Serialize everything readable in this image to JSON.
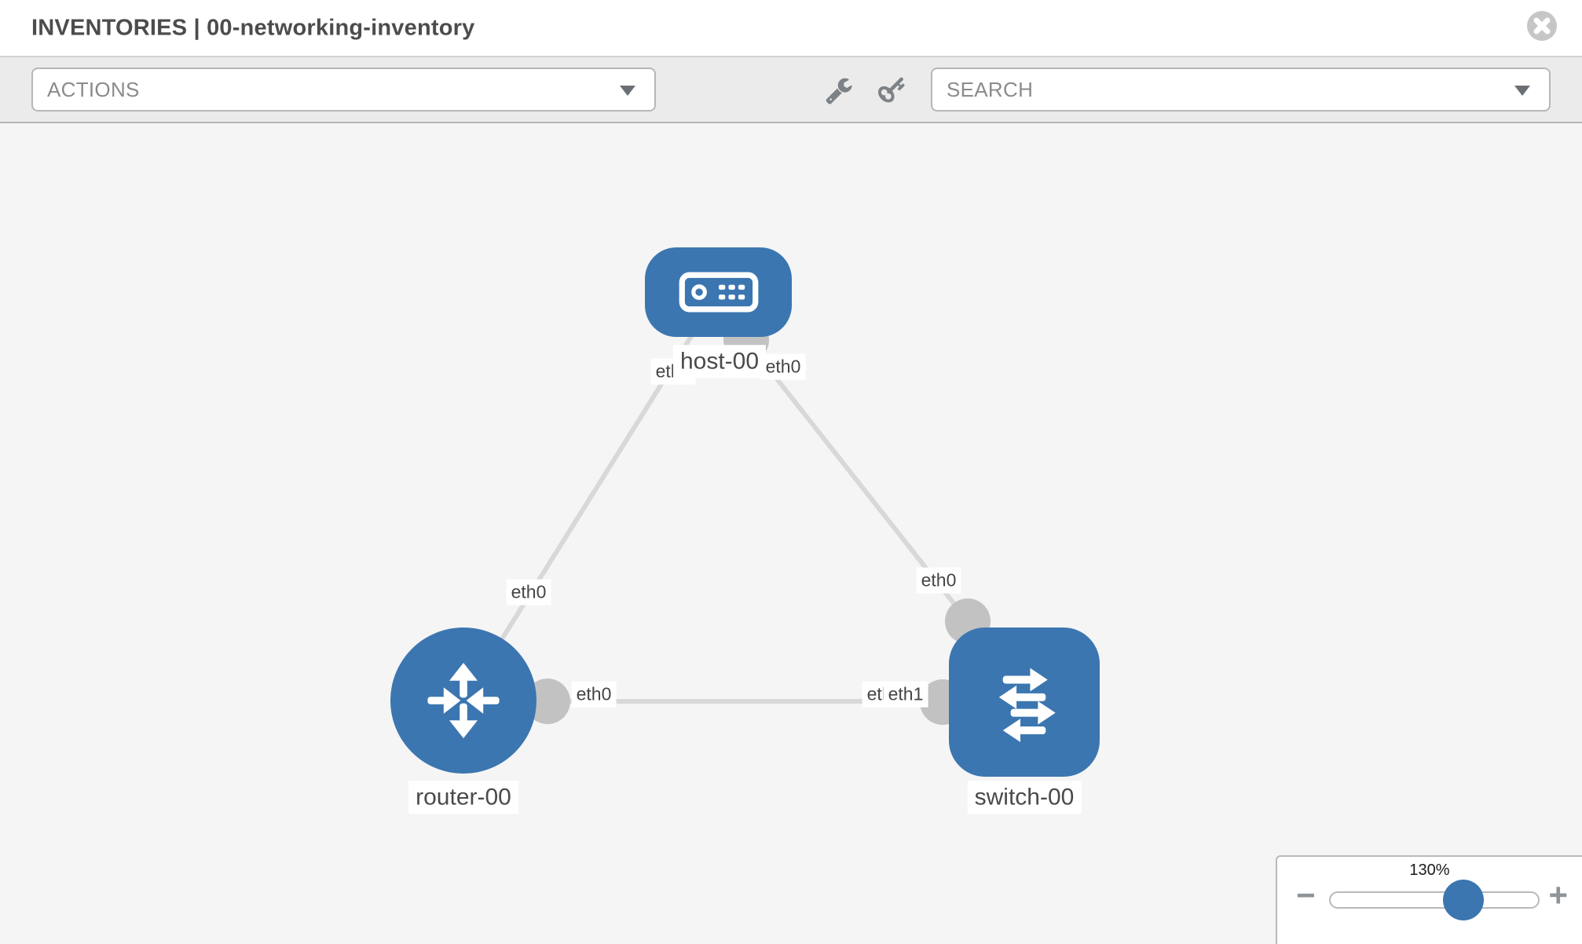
{
  "header": {
    "title": "INVENTORIES | 00-networking-inventory"
  },
  "toolbar": {
    "actions_label": "ACTIONS",
    "search_label": "SEARCH",
    "icons": [
      "wrench-icon",
      "key-icon"
    ]
  },
  "zoom_control": {
    "level_label": "130%",
    "percent": 130,
    "minus_label": "−",
    "plus_label": "+"
  },
  "topology": {
    "nodes": [
      {
        "id": "host-00",
        "label": "host-00",
        "type": "host"
      },
      {
        "id": "router-00",
        "label": "router-00",
        "type": "router"
      },
      {
        "id": "switch-00",
        "label": "switch-00",
        "type": "switch"
      }
    ],
    "links": [
      {
        "from": "host-00",
        "from_if": "eth0",
        "to": "router-00",
        "to_if": "eth0"
      },
      {
        "from": "host-00",
        "from_if": "eth0",
        "to": "switch-00",
        "to_if": "eth0"
      },
      {
        "from": "router-00",
        "from_if": "eth0",
        "to": "switch-00",
        "to_if": "eth1"
      }
    ]
  },
  "colors": {
    "node_blue": "#3b76b0",
    "link_gray": "#d8d8d8",
    "stub_gray": "#c2c2c2",
    "canvas_bg": "#f5f5f5"
  }
}
